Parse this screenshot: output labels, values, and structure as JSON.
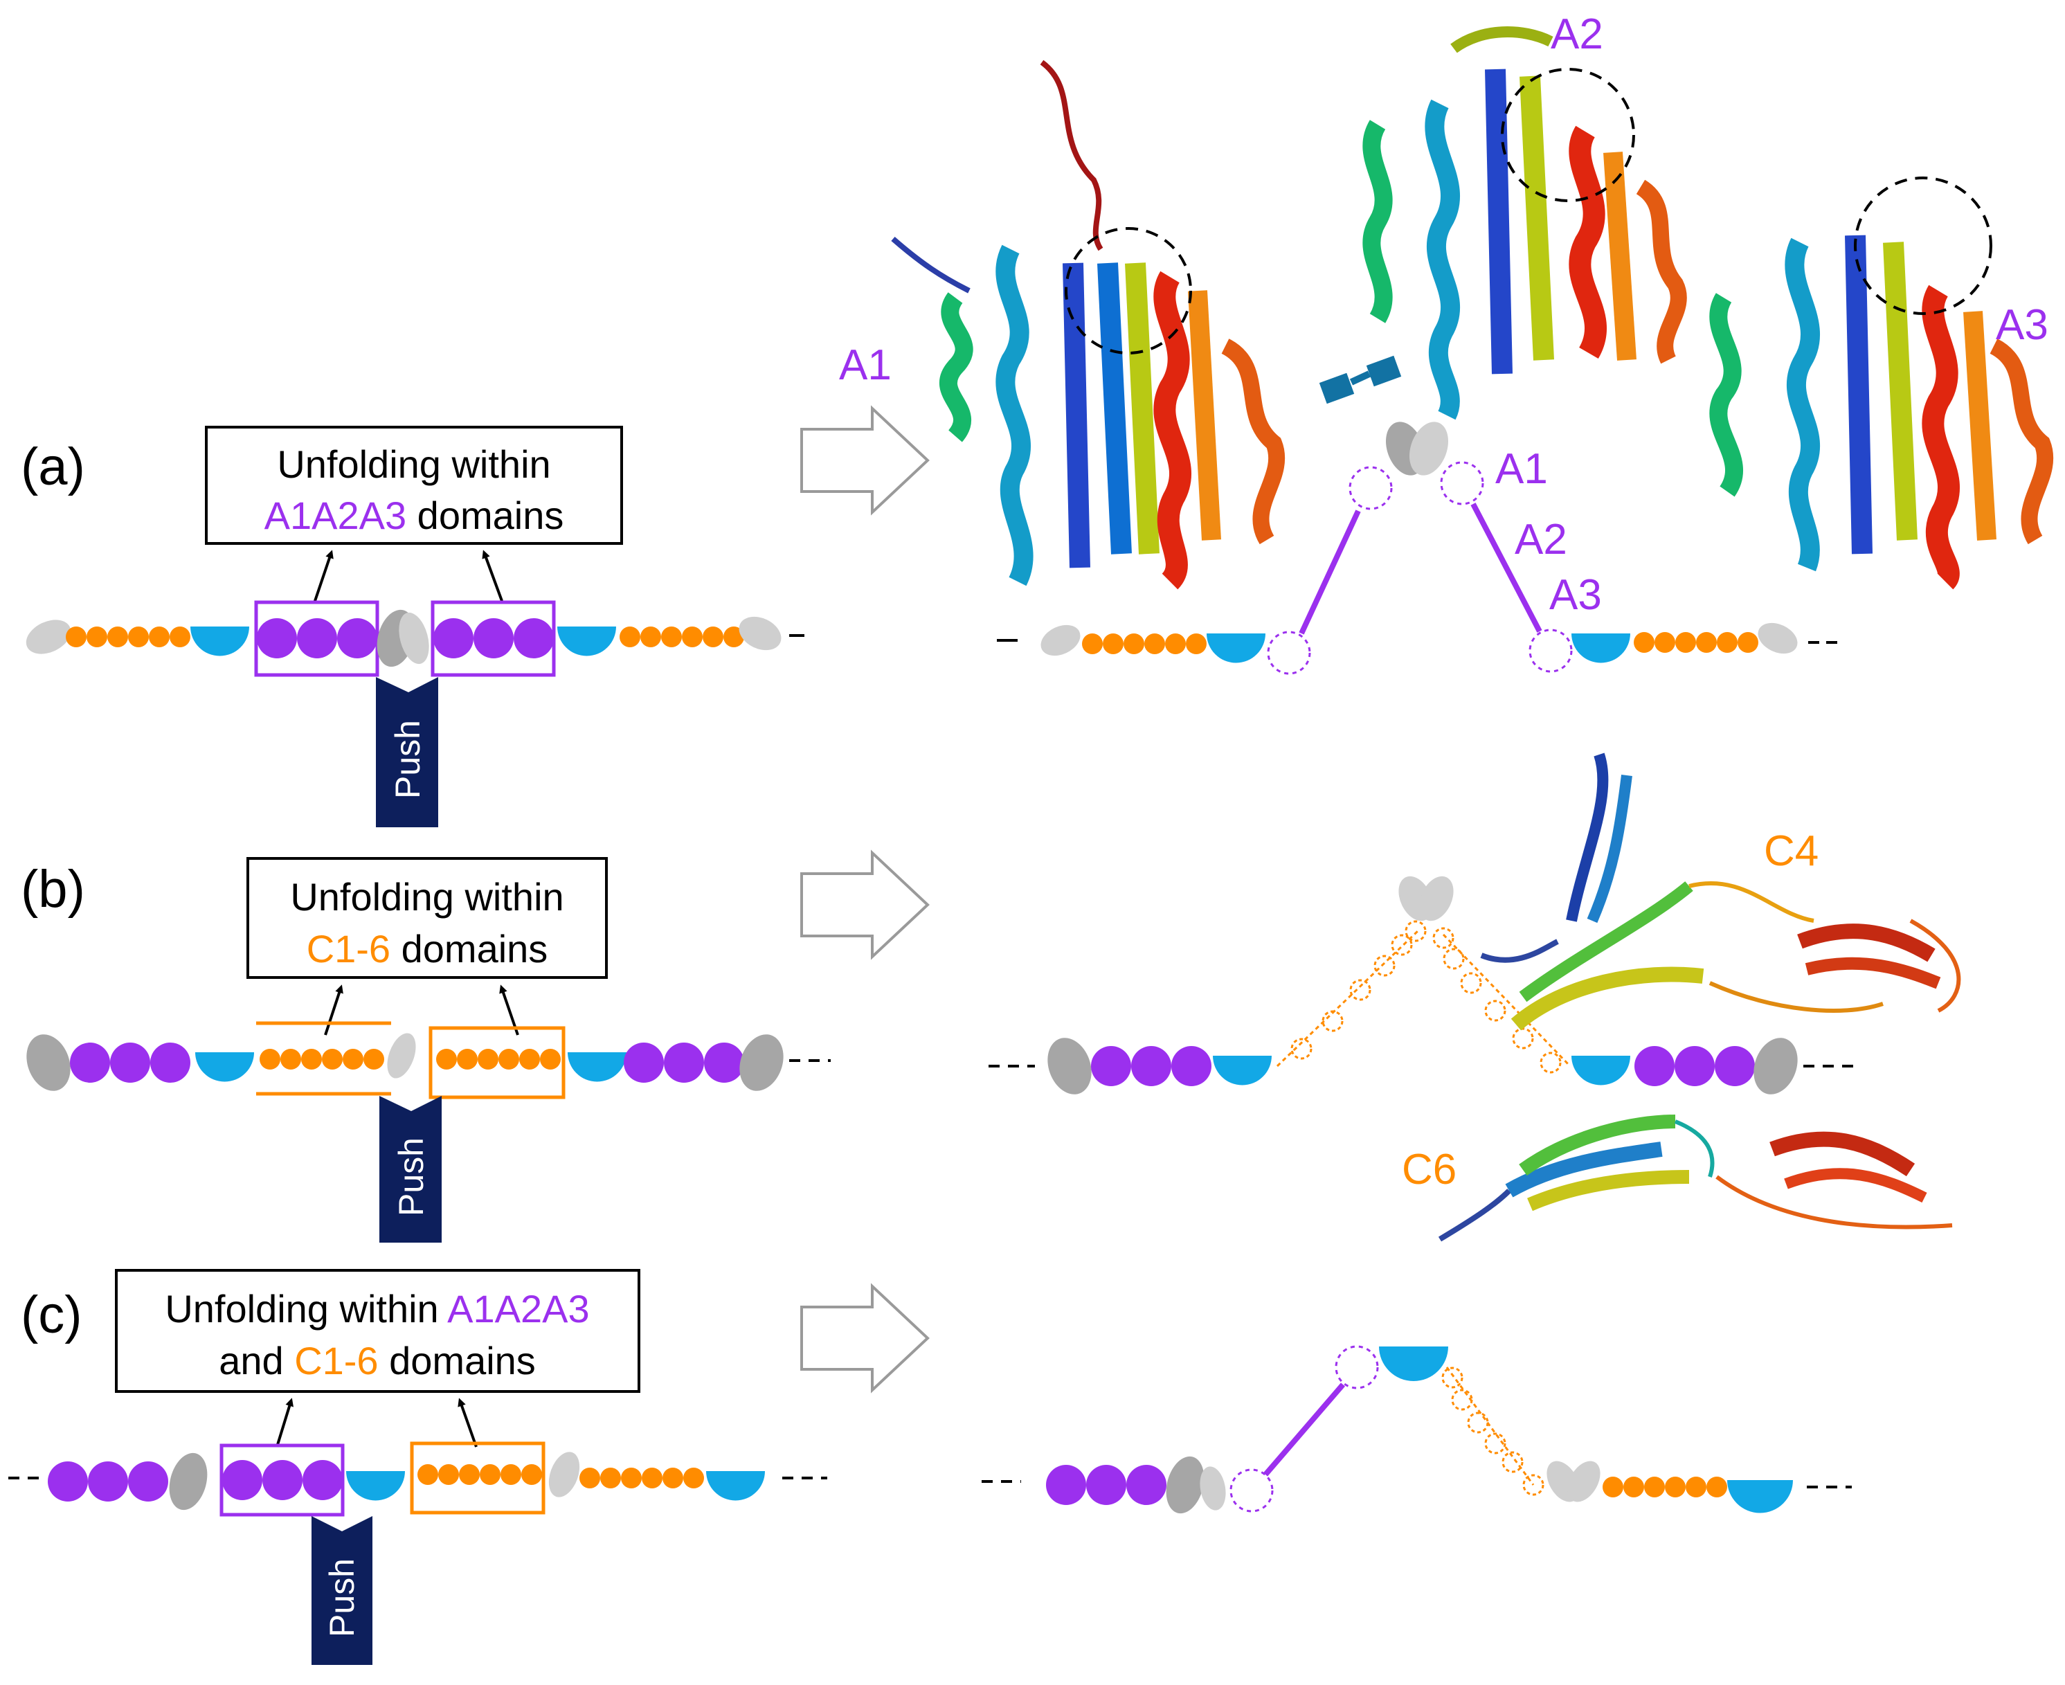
{
  "colors": {
    "purple": "#9b30ee",
    "orange": "#ff8c00",
    "blue": "#12a8e6",
    "gray": "#a6a6a6",
    "light_gray": "#cfcfcf",
    "navy": "#0d1f5c",
    "black": "#000000",
    "hollow_arrow": "#9a9a9a"
  },
  "panels": [
    {
      "label": "(a)",
      "box_line1": "Unfolding within",
      "box_line2_colored": "A1A2A3",
      "box_line2_rest": " domains",
      "push": "Push",
      "color_key": "purple"
    },
    {
      "label": "(b)",
      "box_line1": "Unfolding within",
      "box_line2_colored": "C1-6",
      "box_line2_rest": " domains",
      "push": "Push",
      "color_key": "orange"
    },
    {
      "label": "(c)",
      "box_line1_plain": "Unfolding within ",
      "box_line1_colored": "A1A2A3",
      "box_line2_plain": "and ",
      "box_line2_colored": "C1-6",
      "box_line2_rest": " domains",
      "push": "Push"
    }
  ],
  "structure_labels": {
    "a1_top": "A1",
    "a2_top": "A2",
    "a3_right": "A3",
    "a1_chain": "A1",
    "a2_chain": "A2",
    "a3_chain": "A3",
    "c4": "C4",
    "c6": "C6"
  },
  "icons": {
    "transition_arrow": "hollow-right-arrow-icon",
    "push_arrow": "up-pointing-push-arrow-icon",
    "pointer_arrow": "up-arrow-icon"
  }
}
